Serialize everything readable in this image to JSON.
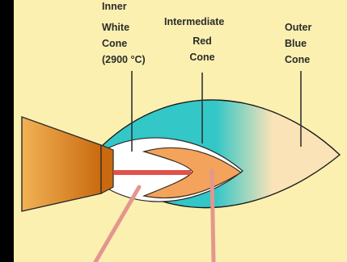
{
  "colors": {
    "background": "#FBF0B0",
    "frame": "#000000",
    "outer_cone_left": "#33C7C7",
    "outer_cone_right": "#FBE3B8",
    "inner_white_cone": "#FFFFFF",
    "intermediate_red_cone": "#F3A35C",
    "torch_nozzle": "#E0871F",
    "red_rod": "#E0524A",
    "pointer_line": "#E4968E",
    "leader_line": "#333333"
  },
  "labels": {
    "inner_white_cone": [
      "Inner",
      "White",
      "Cone",
      "(2900 °C)"
    ],
    "intermediate_red_cone": [
      "Intermediate",
      "Red",
      "Cone"
    ],
    "outer_blue_cone": [
      "Outer",
      "Blue",
      "Cone"
    ]
  }
}
